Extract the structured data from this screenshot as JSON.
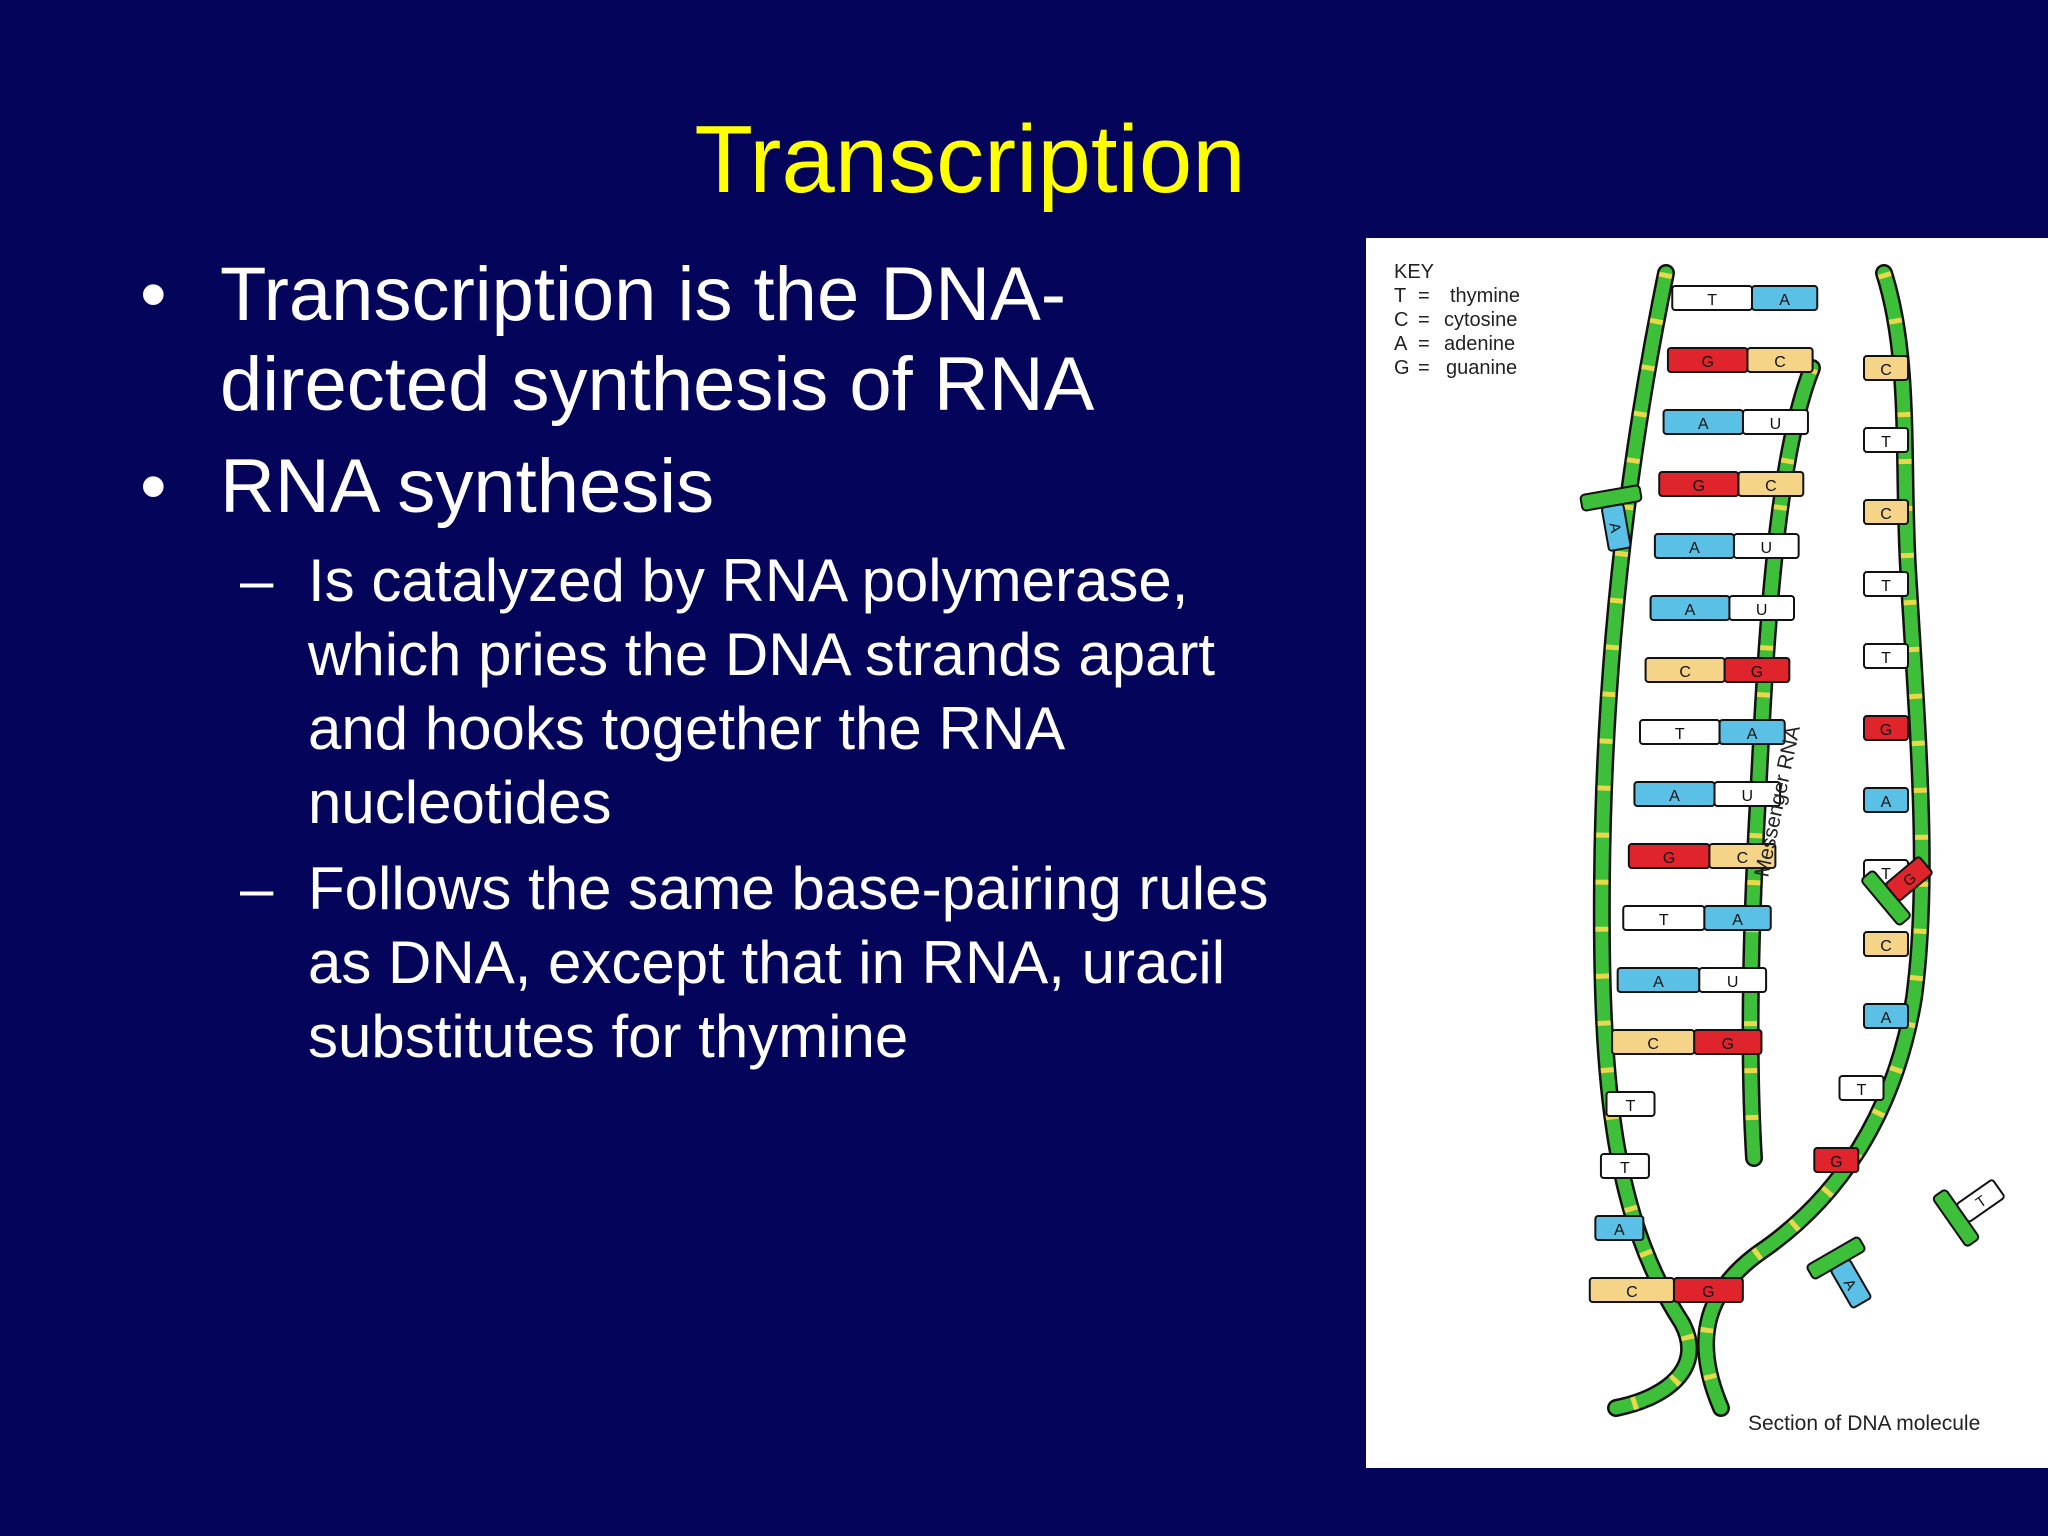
{
  "slide": {
    "title": "Transcription",
    "bullets": [
      {
        "text": "Transcription is the DNA-directed synthesis of RNA",
        "level": 1,
        "marker": "•"
      },
      {
        "text": "RNA synthesis",
        "level": 1,
        "marker": "•"
      },
      {
        "text": "Is catalyzed by RNA polymerase, which pries the DNA strands apart and hooks together the RNA nucleotides",
        "level": 2,
        "marker": "–"
      },
      {
        "text": "Follows the same base-pairing rules as DNA, except that in RNA, uracil substitutes for thymine",
        "level": 2,
        "marker": "–"
      }
    ]
  },
  "figure": {
    "key_title": "KEY",
    "key": [
      {
        "letter": "T",
        "eq": "=",
        "name": "thymine"
      },
      {
        "letter": "C",
        "eq": "=",
        "name": "cytosine"
      },
      {
        "letter": "A",
        "eq": "=",
        "name": "adenine"
      },
      {
        "letter": "G",
        "eq": "=",
        "name": "guanine"
      }
    ],
    "mrna_label": "Messenger RNA",
    "caption": "Section of DNA molecule",
    "colors": {
      "background": "#03045a",
      "title": "#ffff00",
      "text": "#ffffff",
      "backbone": "#3dbf3a",
      "adenine": "#5bc0e6",
      "guanine": "#e0242b",
      "cytosine": "#f5d488",
      "thymine": "#ffffff",
      "uracil": "#ffffff"
    },
    "template_pairs": [
      {
        "dna": "T",
        "partner": "A"
      },
      {
        "dna": "G",
        "partner": "C"
      },
      {
        "dna": "A",
        "partner": "U"
      },
      {
        "dna": "G",
        "partner": "C"
      },
      {
        "dna": "A",
        "partner": "U"
      },
      {
        "dna": "A",
        "partner": "U"
      },
      {
        "dna": "C",
        "partner": "G"
      },
      {
        "dna": "T",
        "partner": "A"
      },
      {
        "dna": "A",
        "partner": "U"
      },
      {
        "dna": "G",
        "partner": "C"
      },
      {
        "dna": "T",
        "partner": "A"
      },
      {
        "dna": "A",
        "partner": "U"
      },
      {
        "dna": "C",
        "partner": "G"
      },
      {
        "dna": "T",
        "partner": ""
      },
      {
        "dna": "T",
        "partner": ""
      },
      {
        "dna": "A",
        "partner": ""
      },
      {
        "dna": "C",
        "partner": "G"
      }
    ],
    "coding_bases": [
      "C",
      "T",
      "C",
      "T",
      "T",
      "G",
      "A",
      "T",
      "C",
      "A",
      "T",
      "G"
    ],
    "free_nucleotides": [
      "A",
      "G",
      "A",
      "T"
    ]
  }
}
